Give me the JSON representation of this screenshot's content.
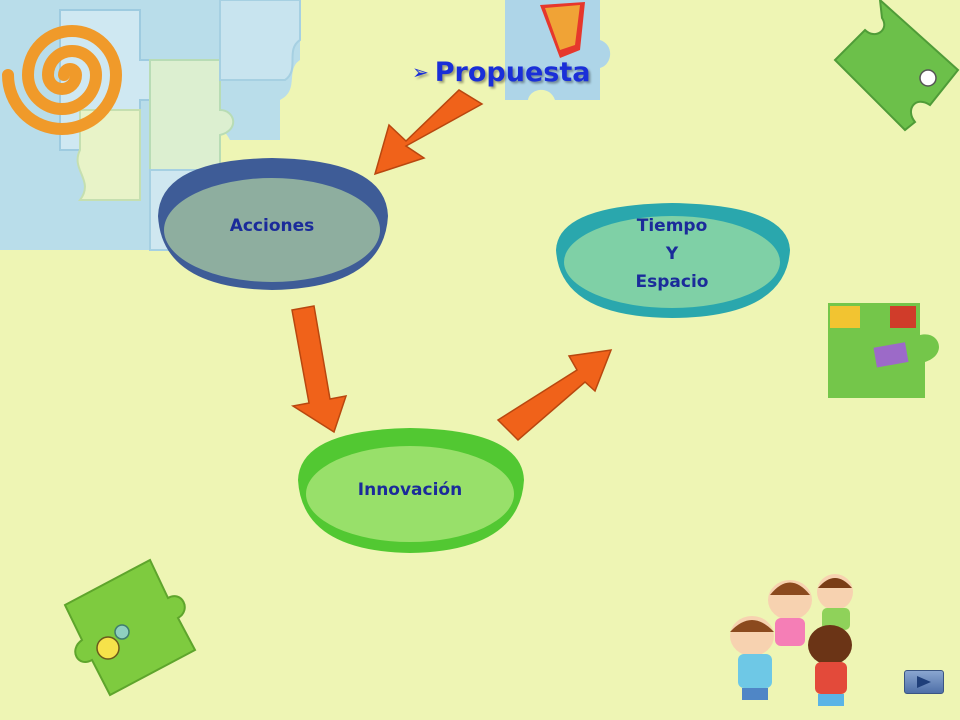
{
  "title": {
    "text": "Propuesta"
  },
  "nodes": [
    {
      "id": "acciones",
      "label": "Acciones"
    },
    {
      "id": "tiempo",
      "lines": [
        "Tiempo",
        "Y",
        "Espacio"
      ]
    },
    {
      "id": "innovacion",
      "label": "Innovación"
    }
  ],
  "colors": {
    "background": "#eef5b4",
    "title": "#1a2fd8",
    "arrow": "#f0621a",
    "acciones_ring": "#3e5c97",
    "acciones_fill": "#8eae9f",
    "tiempo_ring": "#2aa7ad",
    "tiempo_fill": "#7fd0a6",
    "innovacion_ring": "#52c832",
    "innovacion_fill": "#98e06a"
  },
  "icons": [
    "puzzle-pieces-icon",
    "spiral-icon",
    "kite-icon",
    "children-playing-icon",
    "next-arrow-icon"
  ]
}
